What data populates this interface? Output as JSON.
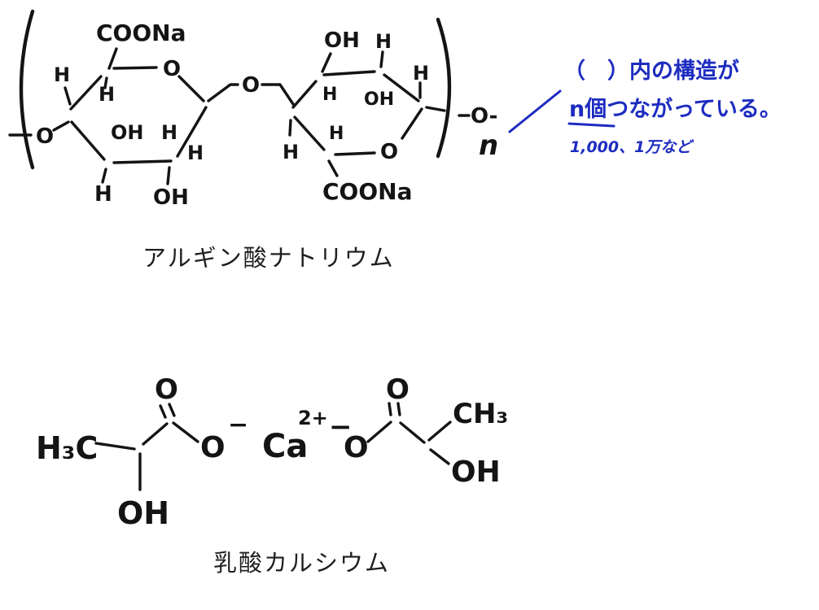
{
  "page": {
    "background": "#ffffff",
    "ink_color": "#141414"
  },
  "alginate": {
    "caption": "アルギン酸ナトリウム",
    "labels": {
      "o_chain": "O",
      "h_topleft": "H",
      "coona_top": "COONa",
      "h_inner_a": "H",
      "ring_o_left": "O",
      "oh_inner_left": "OH",
      "h_inner_left": "H",
      "h_right_d": "H",
      "h_bottom": "H",
      "oh_bottom": "OH",
      "bridge_o": "O",
      "h_bottomleft_r": "H",
      "oh_top_r": "OH",
      "h_top_r": "H",
      "h_inner_r1": "H",
      "oh_inner_r": "OH",
      "h_c5_r": "H",
      "h_inner_r2": "H",
      "ring_o_right": "O",
      "coona_bottom": "COONa",
      "o_end": "O-",
      "n": "n"
    }
  },
  "annotation": {
    "color": "#1d2cc0",
    "line1": "（　）内の構造が",
    "line2": "n個つながっている。",
    "line3": "1,000、1万など"
  },
  "lactate": {
    "caption": "乳酸カルシウム",
    "labels": {
      "h3c": "H₃C",
      "o_dbl_l": "O",
      "o_single_l": "O",
      "minus_l": "−",
      "oh_l": "OH",
      "ca": "Ca",
      "ca_charge": "2+",
      "minus_r": "−",
      "o_single_r": "O",
      "o_dbl_r": "O",
      "ch3": "CH₃",
      "oh_r": "OH"
    }
  }
}
